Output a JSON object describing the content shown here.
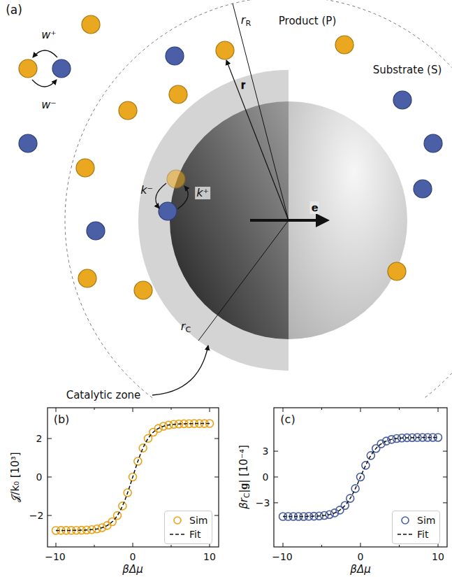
{
  "diagram": {
    "labels": [
      "(a)",
      "r",
      "R",
      "𝐫",
      "Product (P)",
      "Substrate (S)",
      "w⁺",
      "w⁻",
      "k⁻",
      "k⁺",
      "𝐞",
      "r",
      "C",
      "Catalytic zone",
      "(b)",
      "𝒥/k₀ [10³]",
      "2",
      "0",
      "−2",
      "−10",
      "0",
      "10",
      "βΔμ",
      "(c)",
      "β",
      "r",
      "C",
      "|𝐠| [10⁻⁴]",
      "3",
      "0",
      "−3",
      "−10",
      "0",
      "10",
      "βΔμ"
    ],
    "legend": [
      {
        "text": "Sim"
      },
      {
        "text": "Fit"
      },
      {
        "text": "Sim"
      },
      {
        "text": "Fit"
      }
    ]
  }
}
